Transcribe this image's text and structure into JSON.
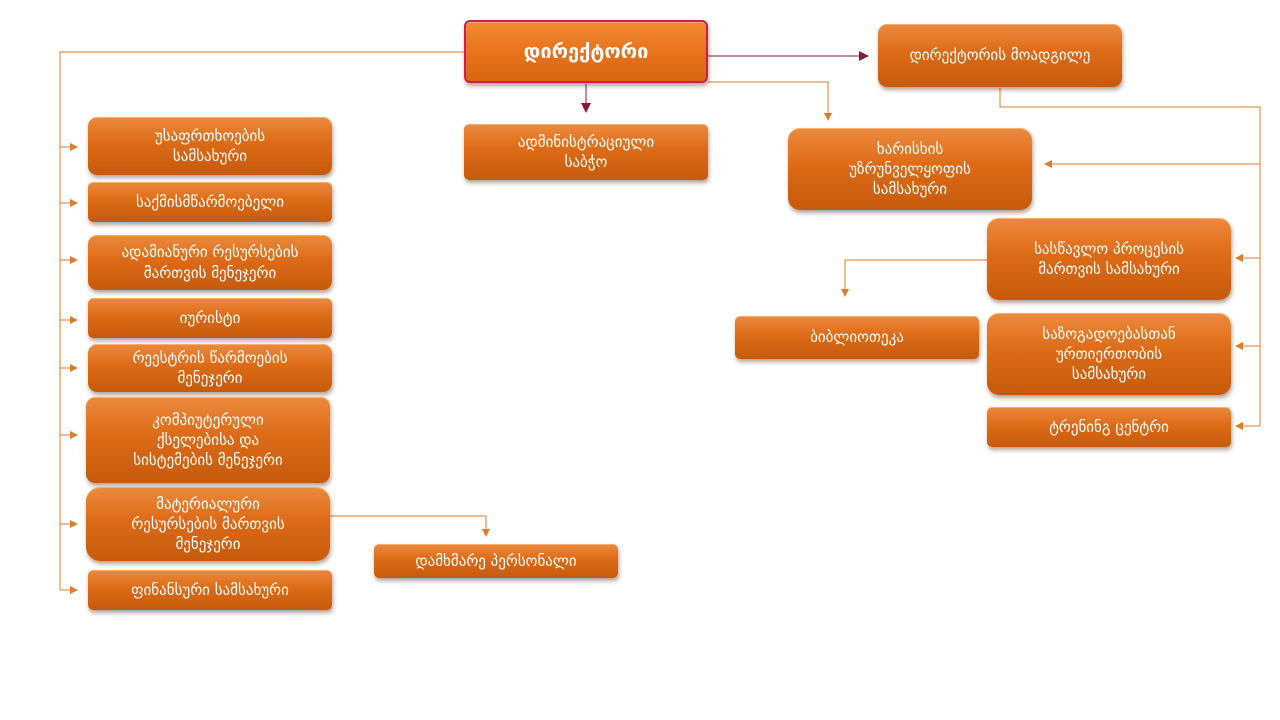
{
  "director": "დირექტორი",
  "deputy": "დირექტორის მოადგილე",
  "admin_council": "ადმინისტრაციული\nსაბჭო",
  "left_units": [
    "უსაფრთხოების\nსამსახური",
    "საქმისმწარმოებელი",
    "ადამიანური რესურსების\nმართვის მენეჯერი",
    "იურისტი",
    "რეესტრის წარმოების\nმენეჯერი",
    "კომპიუტერული\nქსელებისა და\nსისტემების მენეჯერი",
    "მატერიალური\nრესურსების მართვის\nმენეჯერი",
    "ფინანსური სამსახური"
  ],
  "support_staff": "დამხმარე პერსონალი",
  "right_units": [
    "ხარისხის\nუზრუნველყოფის\nსამსახური",
    "სასწავლო პროცესის\nმართვის სამსახური",
    "საზოგადოებასთან\nურთიერთობის\nსამსახური",
    "ტრენინგ ცენტრი"
  ],
  "library": "ბიბლიოთეკა",
  "colors": {
    "box_fill": "#dd6b17",
    "connector": "#e07b2e",
    "main_connector": "#8b1a3a",
    "root_border": "#c8204f",
    "text": "#ffffff"
  }
}
